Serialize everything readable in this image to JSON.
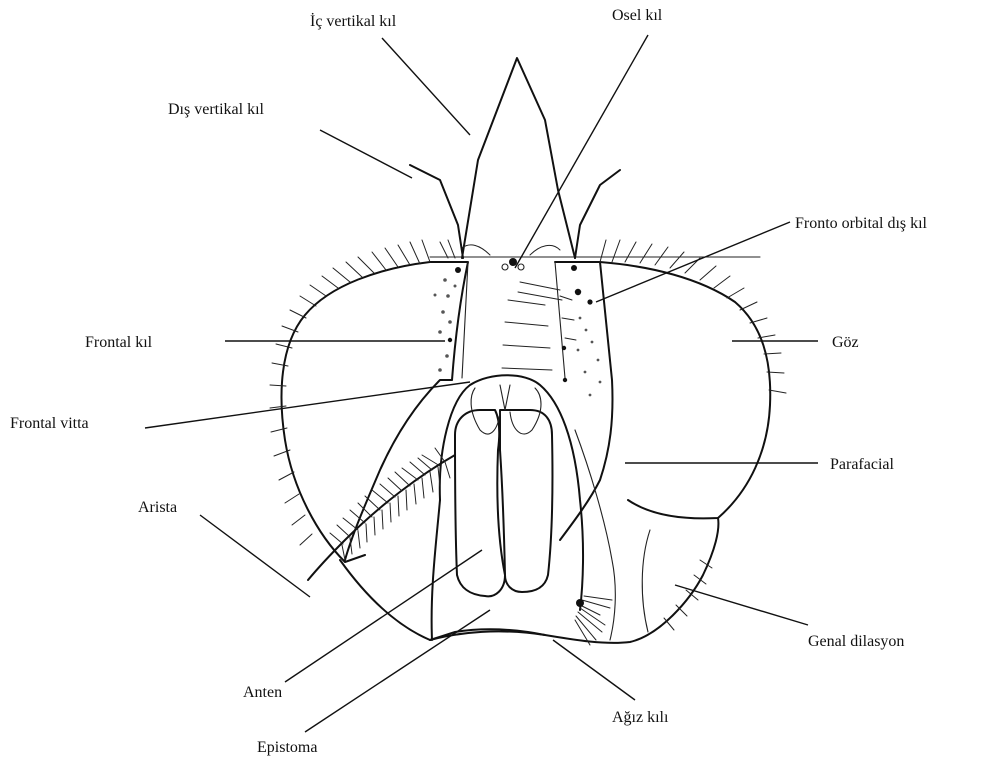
{
  "labels": {
    "ic_vertical_kil": "İç vertikal kıl",
    "osel_kil": "Osel kıl",
    "dis_vertical_kil": "Dış vertikal kıl",
    "fronto_orbital_dis_kil": "Fronto orbital dış kıl",
    "frontal_kil": "Frontal kıl",
    "goz": "Göz",
    "frontal_vitta": "Frontal vitta",
    "parafacial": "Parafacial",
    "arista": "Arista",
    "genal_dilasyon": "Genal dilasyon",
    "anten": "Anten",
    "agiz_kili": "Ağız kılı",
    "epistoma": "Epistoma"
  },
  "colors": {
    "ink": "#111111",
    "background": "#ffffff"
  }
}
